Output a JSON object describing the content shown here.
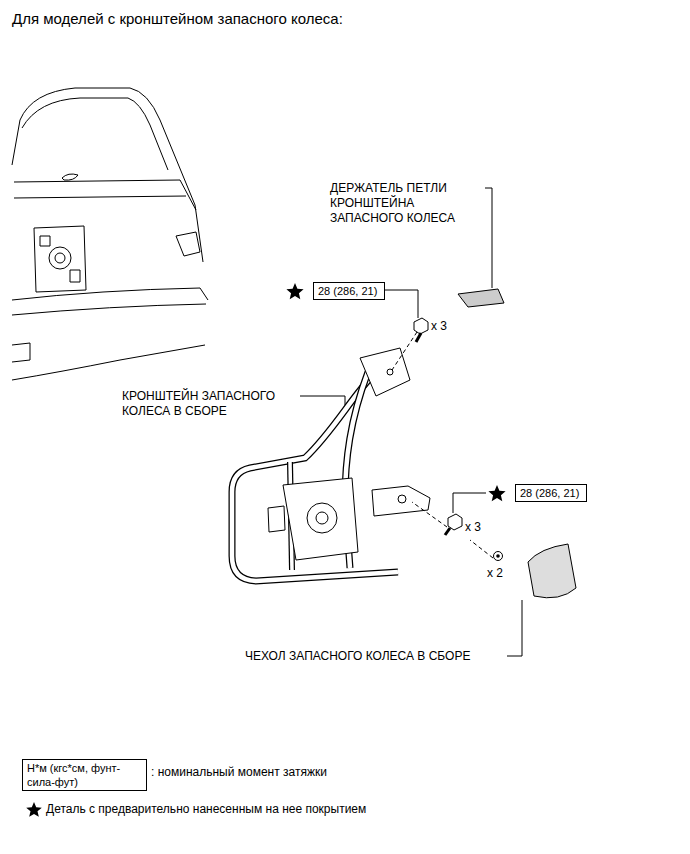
{
  "diagram": {
    "title": "Для моделей с кронштейном запасного колеса:",
    "nodes": [
      {
        "text": [
          "28 (286, 21)"
        ]
      },
      {
        "text": [
          "28 (286, 21)"
        ]
      },
      {
        "text": [
          "Н*м (кгс*см, фунт-сила-фут)"
        ]
      }
    ],
    "labels": [
      "ДЕРЖАТЕЛЬ ПЕТЛИ КРОНШТЕЙНА ЗАПАСНОГО КОЛЕСА",
      "x 3",
      "КРОНШТЕЙН ЗАПАСНОГО КОЛЕСА В СБОРЕ",
      "x 3",
      "x 2",
      "ЧЕХОЛ ЗАПАСНОГО КОЛЕСА В СБОРЕ"
    ],
    "legend": [
      {
        "text": ": номинальный момент затяжки"
      },
      {
        "text": "Деталь с предварительно нанесенным на нее покрытием"
      }
    ]
  }
}
